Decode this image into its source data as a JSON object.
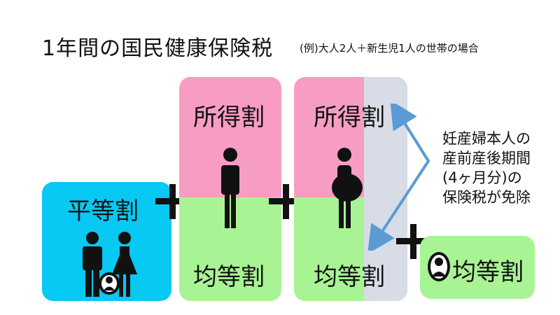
{
  "title": "1年間の国民健康保険税",
  "subtitle": "(例)大人2人＋新生児1人の世帯の場合",
  "colors": {
    "pink": "#F79DC4",
    "green": "#A8F494",
    "cyan": "#08C8F4",
    "gray": "#D7DCE6",
    "arrow": "#5B9BD5"
  },
  "boxes": {
    "flat_rate": {
      "label": "平等割"
    },
    "adult_income": {
      "label": "所得割"
    },
    "adult_per_capita": {
      "label": "均等割"
    },
    "mother_income": {
      "label": "所得割"
    },
    "mother_per_capita": {
      "label": "均等割"
    },
    "newborn_per_capita": {
      "label": "均等割"
    }
  },
  "note": {
    "lines": [
      "妊産婦本人の",
      "産前産後期間",
      "(4ヶ月分)の",
      "保険税が免除"
    ]
  },
  "icons": [
    "man-icon",
    "woman-icon",
    "baby-icon",
    "person-icon",
    "pregnant-woman-icon"
  ]
}
